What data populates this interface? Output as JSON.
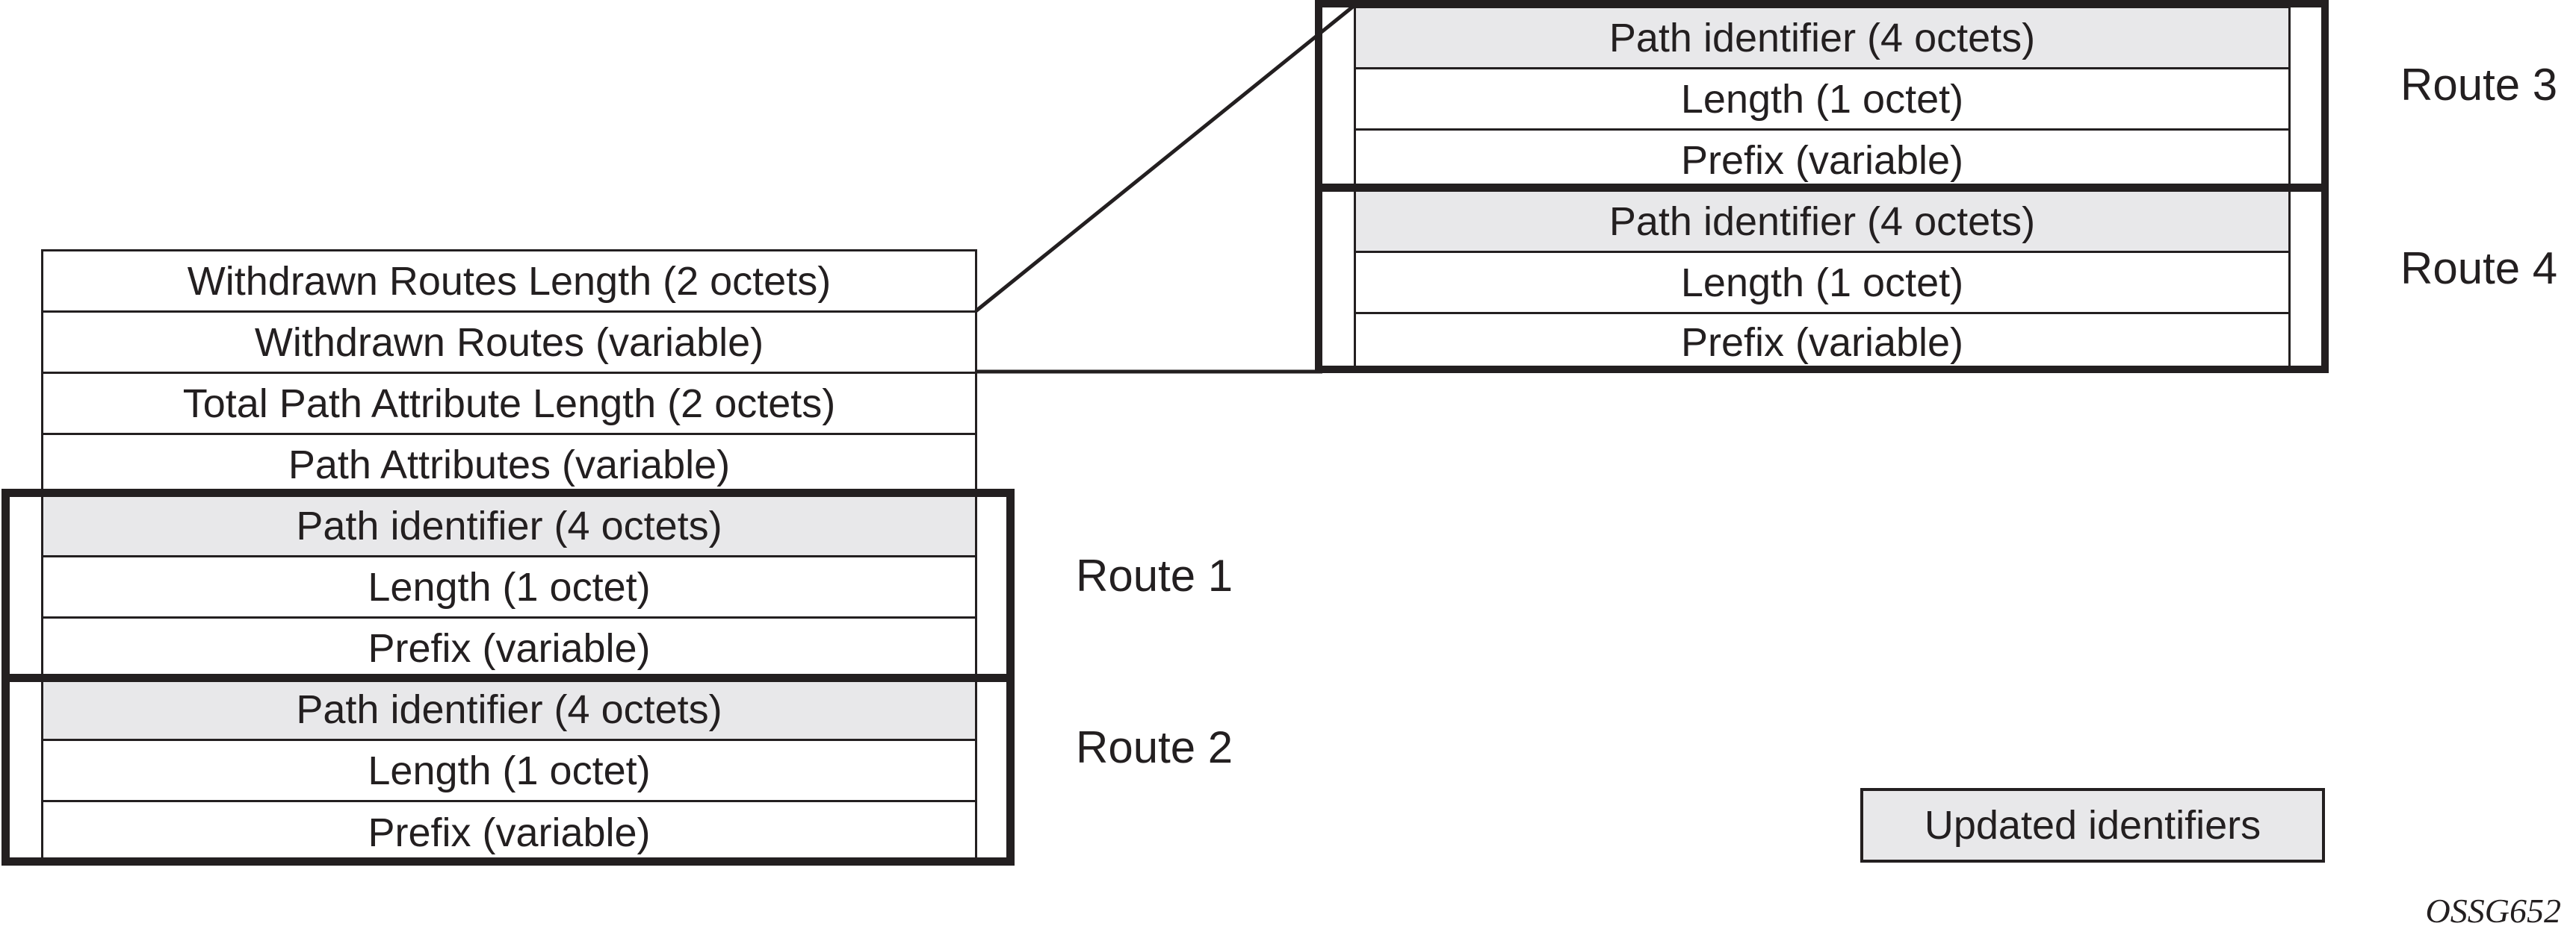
{
  "colors": {
    "ink": "#231f20",
    "shade": "#e8e8ea",
    "background": "#ffffff"
  },
  "message_table": {
    "rows": [
      "Withdrawn Routes Length (2 octets)",
      "Withdrawn Routes (variable)",
      "Total Path Attribute Length (2 octets)",
      "Path Attributes (variable)"
    ]
  },
  "left_routes": [
    {
      "label": "Route 1",
      "rows": [
        "Path identifier (4 octets)",
        "Length (1 octet)",
        "Prefix (variable)"
      ]
    },
    {
      "label": "Route 2",
      "rows": [
        "Path identifier (4 octets)",
        "Length (1 octet)",
        "Prefix (variable)"
      ]
    }
  ],
  "right_routes": [
    {
      "label": "Route 3",
      "rows": [
        "Path identifier (4 octets)",
        "Length (1 octet)",
        "Prefix (variable)"
      ]
    },
    {
      "label": "Route 4",
      "rows": [
        "Path identifier (4 octets)",
        "Length (1 octet)",
        "Prefix (variable)"
      ]
    }
  ],
  "legend": {
    "label": "Updated identifiers"
  },
  "figure_id": "OSSG652"
}
